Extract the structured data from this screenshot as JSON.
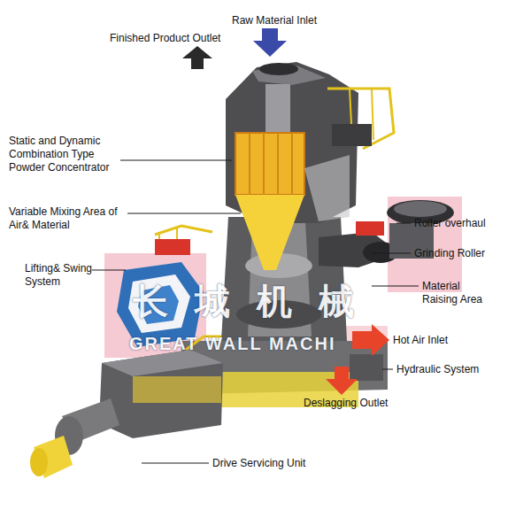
{
  "diagram": {
    "labels": [
      "Raw Material Inlet",
      "Finished Product Outlet",
      "Static and Dynamic Combination Type Powder Concentrator",
      "Variable Mixing Area of Air& Material",
      "Roller overhaul",
      "Grinding Roller",
      "Lifting& Swing System",
      "Material Raising Area",
      "Hot Air Inlet",
      "Hydraulic System",
      "Deslagging Outlet",
      "Drive Servicing Unit",
      "长城机械",
      "GREAT WALL MACHI"
    ]
  }
}
